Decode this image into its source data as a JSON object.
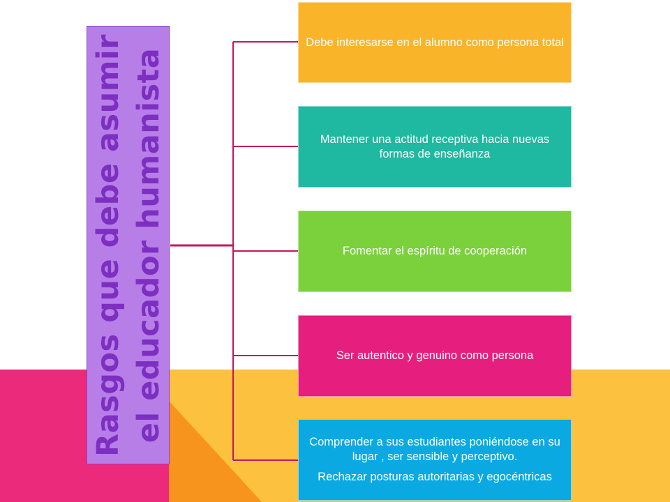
{
  "colors": {
    "background": "#ffffff",
    "bg_yellow": "#fcc13f",
    "bg_pink": "#ec2a7c",
    "bg_orange": "#f7941d",
    "title_fill": "#b87ee8",
    "title_text": "#7c2fc0",
    "connector": "#c2185b",
    "box_colors": [
      "#f9b42a",
      "#1fb8a0",
      "#7ad13b",
      "#e61e7e",
      "#0aa9e2"
    ]
  },
  "title": {
    "line1": "Rasgos que debe asumir",
    "line2": "el educador humanista"
  },
  "boxes": [
    {
      "lines": [
        "Debe interesarse en el alumno como persona total"
      ]
    },
    {
      "lines": [
        "Mantener una actitud receptiva hacia nuevas formas de enseñanza"
      ]
    },
    {
      "lines": [
        "Fomentar el espíritu de cooperación"
      ]
    },
    {
      "lines": [
        "Ser autentico y genuino  como persona"
      ]
    },
    {
      "lines": [
        "Comprender a sus estudiantes poniéndose en su lugar , ser sensible y perceptivo.",
        "Rechazar posturas autoritarias y egocéntricas"
      ]
    }
  ]
}
